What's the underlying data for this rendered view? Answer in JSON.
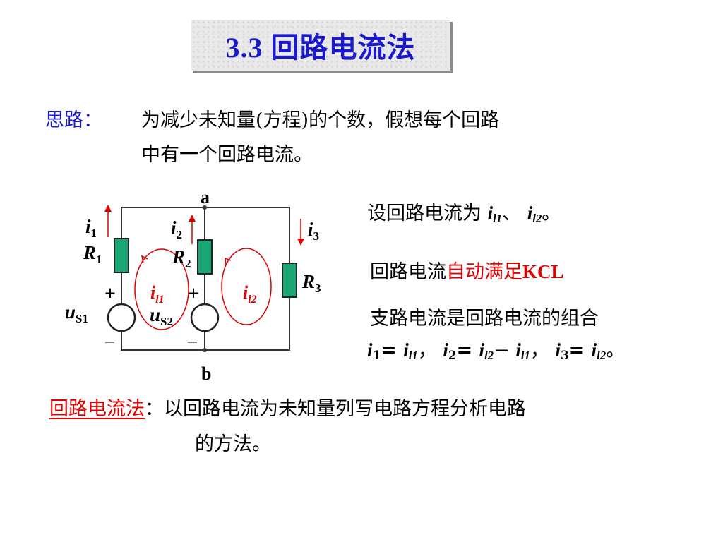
{
  "title": "3.3  回路电流法",
  "idea": {
    "label": "思路：",
    "line1": "为减少未知量(方程)的个数，假想每个回路",
    "line2": "中有一个回路电流。"
  },
  "circuit": {
    "node_a": "a",
    "node_b": "b",
    "i1": "i",
    "i1_sub": "1",
    "i2": "i",
    "i2_sub": "2",
    "i3": "i",
    "i3_sub": "3",
    "R1": "R",
    "R1_sub": "1",
    "R2": "R",
    "R2_sub": "2",
    "R3": "R",
    "R3_sub": "3",
    "il1": "i",
    "il1_sub": "l1",
    "il2": "i",
    "il2_sub": "l2",
    "us1": "u",
    "us1_sub": "S1",
    "us2": "u",
    "us2_sub": "S2",
    "plus": "+",
    "minus": "–",
    "colors": {
      "wire": "#333333",
      "resistor": "#1aa673",
      "loop": "#e00000"
    }
  },
  "notes": {
    "set_prefix": "设回路电流为 ",
    "set_i1": "i",
    "set_i1_sub": "l1",
    "set_sep": "、 ",
    "set_i2": "i",
    "set_i2_sub": "l2",
    "set_end": "。",
    "kcl_prefix": "回路电流",
    "kcl_red": "自动满足",
    "kcl_kcl": "KCL",
    "branch_line": "支路电流是回路电流的组合",
    "eq": {
      "a_lhs": "i",
      "a_lhs_sub": "1",
      "a_eq": "= ",
      "a_r": "i",
      "a_r_sub": "l1",
      "a_end": "，",
      "b_lhs": "i",
      "b_lhs_sub": "2",
      "b_eq": "= ",
      "b_r1": "i",
      "b_r1_sub": "l2",
      "b_minus": "− ",
      "b_r2": "i",
      "b_r2_sub": "l1",
      "b_end": "，",
      "c_lhs": "i",
      "c_lhs_sub": "3",
      "c_eq": "= ",
      "c_r": "i",
      "c_r_sub": "l2",
      "c_end": "。"
    }
  },
  "method": {
    "label": "回路电流法",
    "colon": "：",
    "line1": "以回路电流为未知量列写电路方程分析电路",
    "line2": "的方法。"
  }
}
